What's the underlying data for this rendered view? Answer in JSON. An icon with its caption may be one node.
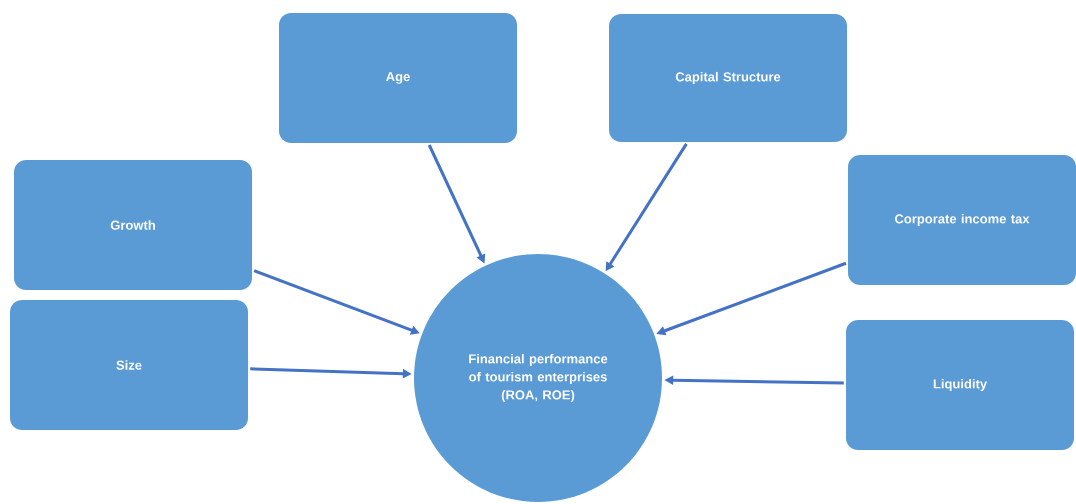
{
  "diagram": {
    "nodes": [
      {
        "text": [
          "Age"
        ]
      },
      {
        "text": [
          "Capital Structure"
        ]
      },
      {
        "text": [
          "Growth"
        ]
      },
      {
        "text": [
          "Corporate income tax"
        ]
      },
      {
        "text": [
          "Size"
        ]
      },
      {
        "text": [
          "Financial performance of tourism enterprises (ROA, ROE)"
        ]
      },
      {
        "text": [
          "Liquidity"
        ]
      }
    ],
    "edges": [
      {
        "from": 0,
        "to": 5,
        "arrow": "to"
      },
      {
        "from": 1,
        "to": 5,
        "arrow": "to"
      },
      {
        "from": 2,
        "to": 5,
        "arrow": "to"
      },
      {
        "from": 3,
        "to": 5,
        "arrow": "to"
      },
      {
        "from": 4,
        "to": 5,
        "arrow": "to"
      },
      {
        "from": 6,
        "to": 5,
        "arrow": "to"
      }
    ]
  }
}
